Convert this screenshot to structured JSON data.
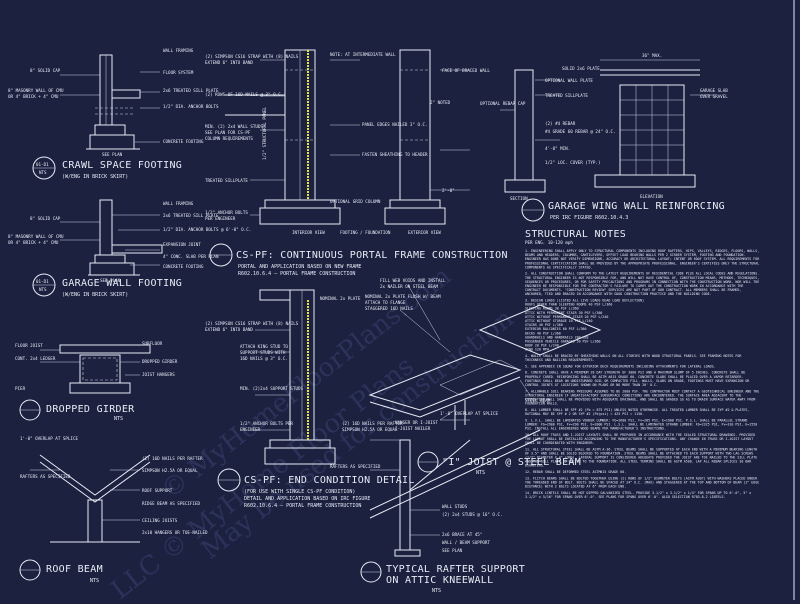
{
  "watermark": [
    "© MyHomeFloorPlans.com",
    "May be used for construction",
    "LLC © MyHome Floor Plans"
  ],
  "details": {
    "crawl_space": {
      "id": "01-D1",
      "sheet": "NTS",
      "title": "CRAWL SPACE FOOTING",
      "subtitle": "(W/ENG IN BRICK SKIRT)",
      "labels": [
        "WALL FRAMING",
        "8\" SOLID CAP",
        "FLOOR SYSTEM",
        "8\" MASONRY WALL OF CMU OR 4\" BRICK + 4\" CMU W/ JOINT REINFORCING AS REQUIRED",
        "2x6 TREATED SILL PLATE",
        "1/2\" DIA. ANCHOR BOLTS @ 6'-0\" O.C. (7\" EMBEDMENT)",
        "CONCRETE FOOTING",
        "SEE PLAN"
      ]
    },
    "garage_wall": {
      "id": "01-D1",
      "sheet": "NTS",
      "title": "GARAGE WALL FOOTING",
      "subtitle": "(W/ENG IN BRICK SKIRT)",
      "labels": [
        "WALL FRAMING",
        "2x6 TREATED SILL PLATE",
        "8\" SOLID CAP",
        "1/2\" DIA. ANCHOR BOLTS @ 6'-0\" O.C.",
        "8\" MASONRY WALL OF CMU OR 4\" BRICK + 4\" CMU W/ JOINT REINFORCING AS REQUIRED",
        "EXPANSION JOINT",
        "4\" CONC. SLAB PER PLAN",
        "CONCRETE FOOTING",
        "SEE PLAN"
      ]
    },
    "dropped_girder": {
      "title": "DROPPED GIRDER",
      "sheet": "NTS",
      "labels": [
        "FLOOR JOIST",
        "CONT. 2x4 LEDGER",
        "SUBFLOOR",
        "DROPPED GIRDER",
        "PIER",
        "JOIST HANGERS",
        "PER PLAN"
      ]
    },
    "roof_beam": {
      "title": "ROOF BEAM",
      "sheet": "NTS",
      "labels": [
        "1'-0\" OVERLAP AT SPLICE",
        "RAFTERS AS SPECIFIED",
        "(2) 16D NAILS PER RAFTER",
        "SIMPSON H2.5A OR EQUAL",
        "ROOF SUPPORT",
        "RIDGE BEAM AS SPECIFIED",
        "CEILING JOISTS",
        "2x10 HANGERS OR TOE-NAILED"
      ]
    },
    "portal_frame": {
      "title": "CS-PF: CONTINUOUS PORTAL FRAME CONSTRUCTION",
      "subtitle1": "PORTAL AND APPLICATION BASED ON NEW FRAME",
      "subtitle2": "R602.10.6.4 — PORTAL FRAME CONSTRUCTION",
      "sheet": "NTS",
      "labels": [
        "(2) SIMPSON CS16 STRAP WITH (8) NAILS",
        "EXTEND 6\" INTO BAND",
        "(2) ROWS OF 16D NAILS @ 3\" O.C.",
        "1/2\" STRUCTURAL PANEL",
        "MIN. (2) 2x4 WALL STUDS",
        "SEE PLAN FOR CS-PF",
        "COLUMN REQUIREMENTS",
        "TREATED SILLPLATE",
        "1/2\" ANCHOR BOLTS",
        "PER ENGINEER",
        "NOTE: AT INTERMEDIATE WALL SEGMENTS BETWEEN OPENINGS",
        "PANEL EDGES NAILED 3\" O.C.",
        "FASTEN SHEATHING TO HEADER",
        "OPTIONAL GRID COLUMN",
        "FOOTING / FOUNDATION",
        "INTERIOR VIEW",
        "EXTERIOR VIEW",
        "FACE OF BRACED WALL",
        "2\" NOTED",
        "2'-0\""
      ]
    },
    "end_condition": {
      "title": "CS-PF: END CONDITION DETAIL",
      "subtitle1": "(FOR USE WITH SINGLE CS-PF CONDITION)",
      "subtitle2": "DETAIL AND APPLICATION BASED ON IRC FIGURE",
      "subtitle3": "R602.10.6.4 — PORTAL FRAME CONSTRUCTION",
      "sheet": "NTS",
      "labels": [
        "(2) SIMPSON CS16 STRAP WITH (8) NAILS",
        "EXTEND 6\" INTO BAND",
        "NOMINAL 2x PLATE",
        "ATTACH KING STUD TO",
        "SUPPORT STUDS WITH",
        "16D NAILS @ 3\" O.C.",
        "MIN. (2)2x4 SUPPORT STUDS",
        "1/2\" ANCHOR BOLTS PER",
        "ENGINEER"
      ]
    },
    "joist_beam": {
      "title": "\"I\" JOIST @ STEEL BEAM",
      "sheet": "NTS",
      "labels": [
        "FILL WEB VOIDS AND INSTALL",
        "2x NAILER ON STEEL BEAM",
        "NOMINAL 2x PLATE FLUSH W/ BEAM",
        "ATTACH TO FLANGE",
        "STAGGERED 16D NAILS",
        "HANGER OR I-JOIST",
        "I-JOIST NAILER",
        "STEEL BEAM"
      ]
    },
    "rafter_support": {
      "title": "TYPICAL RAFTER SUPPORT",
      "title2": "ON ATTIC KNEEWALL",
      "sheet": "NTS",
      "labels": [
        "(2) 16D NAILS PER RAFTER",
        "SIMPSON H2.5A OR EQUAL",
        "RAFTERS AS SPECIFIED",
        "1'-0\" OVERLAP AT SPLICE",
        "WALL STUDS",
        "(2) 2x4 STUDS @ 16\" O.C.",
        "2x6 BRACE AT 45°",
        "WALL / BEAM SUPPORT",
        "SEE PLAN"
      ]
    },
    "garage_wing": {
      "title": "GARAGE WING WALL REINFORCING",
      "subtitle": "PER IRC FIGURE R602.10.4.3",
      "sheet": "NTS",
      "labels": [
        "36\" MAX.",
        "SOLID 2x6 PLATE",
        "OPTIONAL WALL PLATE FOR LONGER SPANS",
        "TREATED SILLPLATE",
        "OPTIONAL REBAR CAP",
        "(2) #4 REBAR",
        "#4 GRADE 60 REBAR @ 24\" O.C.",
        "4'-0\" MIN.",
        "1/2\" LOC. COVER (TYP.)",
        "GARAGE SLAB OVER GRAVEL AS SPECIFIED",
        "SECTION",
        "ELEVATION"
      ]
    }
  },
  "notes": {
    "title": "STRUCTURAL NOTES",
    "subtitle": "PER ENG. 10-120 mph",
    "items": [
      "1. ENGINEERING SHALL APPLY ONLY TO STRUCTURAL COMPONENTS INCLUDING ROOF RAFTERS, HIPS, VALLEYS, RIDGES, FLOORS, WALLS, BEAMS AND HEADERS, COLUMNS, CANTILEVERS, OFFSET LOAD BEARING WALLS PER 2 GIRDER SYSTEM, FOOTING AND FOUNDATION. ENGINEER HAS DONE NOT VERIFY DIMENSIONS, ACCURACY OR ARCHITECTURAL LAYOUT; INTENT OR ROOF SYSTEM. ALL REQUIREMENTS FOR PROFESSIONAL CERTIFICATION SHALL BE PROVIDED BY THE APPROPRIATE PROFESSIONAL. ENGINEER'S CERTIFIES ONLY THE STRUCTURAL COMPONENTS AS SPECIFICALLY STATED.",
      "2. ALL CONSTRUCTION SHALL CONFORM TO THE LATEST REQUIREMENTS OF RESIDENTIAL CODE PLUS ALL LOCAL CODES AND REGULATIONS. THE STRUCTURAL ENGINEER IS NOT RESPONSIBLE FOR, AND WILL NOT HAVE CONTROL OF, CONSTRUCTION MEANS, METHODS, TECHNIQUES, SEQUENCES OR PROCEDURES, OR FOR SAFETY PRECAUTIONS AND PROGRAMS IN CONNECTION WITH THE CONSTRUCTION WORK. NOR WILL THE ENGINEER BE RESPONSIBLE FOR THE CONTRACTOR'S FAILURE TO CARRY OUT THE CONSTRUCTION WORK IN ACCORDANCE WITH THE CONTRACT DOCUMENTS. \"CONSTRUCTION REVIEW\" SERVICES ARE NOT PART OF OUR CONTRACT. ALL MEMBERS SHALL BE FRAMED, ANCHORED, TIED AND BRACED IN ACCORDANCE WITH GOOD CONSTRUCTION PRACTICE AND THE BUILDING CODE.",
      "3. DESIGN LOADS (LISTED ALL LIVE LOADS DEAD LOAD DEFLECTION)\n  ROOFS OTHER THAN SLEEPING ROOMS 40 PSF L/360\n  SLEEPING ROOMS 30 PSF L/360\n  ATTIC WITH PERMANENT STAIR 30 PSF L/360\n  ATTIC WITHOUT PERMANENT STAIR 20 PSF L/240\n  ATTIC WITHOUT STORAGE 10 PSF L/240\n  STAIRS 40 PSF L/360\n  EXTERIOR BALCONIES 60 PSF L/360\n  DECKS 40 PSF L/360\n  GUARDRAILS AND HANDRAILS 200 LBS\n  PASSENGER VEHICLE GARAGES 50 PSF L/360\n  ROOF 20 PSF L/240\n  WIND 120 MPH",
      "4. WALLS SHALL BE BRACED BY SHEATHING WALLS ON ALL STORIES WITH WOOD STRUCTURAL PANELS. SEE FRAMING NOTES FOR THICKNESS AND NAILING REQUIREMENTS.",
      "5. SEE APPENDIX IN SQUAD FOR EXTERIOR DECK REQUIREMENTS INCLUDING ATTACHMENTS FOR LATERAL LOADS.",
      "6. CONCRETE SHALL HAVE A MINIMUM 28 DAY STRENGTH OF 3000 PSI AND A MAXIMUM SLUMP OF 5 INCHES. CONCRETE SHALL BE PROPERLY CURED. REINFORCING SHALL BE ASTM A615 GRADE 60. CONCRETE SLABS SHALL BE PLACED OVER A VAPOR RETARDER. FOOTINGS SHALL BEAR ON UNDISTURBED SOIL OR COMPACTED FILL. WALLS, SLABS ON GRADE, FOOTINGS MUST HAVE EXPANSION OR CONTROL JOINTS AT LOCATIONS SHOWN ON PLANS OR NO MORE THAN 20' O.C.",
      "7. ALLOWABLE SOIL BEARING PRESSURE ASSUMED TO BE 2000 PSF. THE CONTRACTOR MUST CONTACT A GEOTECHNICAL ENGINEER AND THE STRUCTURAL ENGINEER IF UNSATISFACTORY SUBSURFACE CONDITIONS ARE ENCOUNTERED. THE SURFACE AREA ADJACENT TO THE FOUNDATION WALL SHALL BE PROVIDED WITH ADEQUATE DRAINAGE, AND SHALL BE GRADED SO AS TO DRAIN SURFACE WATER AWAY FROM FOUNDATION WALLS.",
      "8. ALL LUMBER SHALL BE SPF #2 (Fb = 875 PSI) UNLESS NOTED OTHERWISE. ALL TREATED LUMBER SHALL BE SYP #2 & PLATES, RATIONAL MAY BE SPF # 2 OR SYP #2 (Fb(psi) = 425 PSI = 1150.",
      "9. L.V.L. SHALL BE LAMINATED VENEER LUMBER: Fb=2600 PSI, Fv=285 PSI, E=1900 PSI. P.S.L. SHALL BE PARALLEL STRAND LUMBER: Fb=2900 PSI, Fv=290 PSI, E=2000 PSI. L.S.L. SHALL BE LAMINATED STRAND LUMBER: Fb=2325 PSI, Fv=310 PSI, E=1550 PSI. INSTALL ALL ENGINEERED WOOD BEAMS PER MANUFACTURER'S INSTRUCTIONS.",
      "10. ALL ROOF TRUSS AND I-JOIST LAYOUTS SHALL BE PREPARED IN ACCORDANCE WITH THE SEALED STRUCTURAL DRAWINGS. PROVIDED THE LAYOUT SHALL BE INSTALLED ACCORDING TO THE MANUFACTURER'S SPECIFICATIONS. ANY CHANGE IN TRUSS OR I-JOIST LAYOUT SHALL BE COORDINATED WITH ENGINEER.",
      "11. ALL STRUCTURAL STEEL SHALL BE ASTM A-36. STEEL BEAMS SHALL BE SUPPORTED AT EACH END WITH A MINIMUM BEARING LENGTH OF 3.5\" AND SHALL BE SOLID BLOCKED TO FOUNDATION. STEEL BEAMS SHALL BE ATTACHED TO EACH SUPPORT WITH TWO LAG SCREWS (1/2\" DIAMETER X 4\" LONG). LATERAL SUPPORT IS CONSIDERED ADEQUATE PROVIDED THE JOIST ARE TOE NAILED TO THE SILL PLATE AND THE SILL PLATE IS BOLTED TO THE FOUNDATION. ALL STEEL TERMINI SHALL BE ASTM A500. LAP ALL REBAR SPLICES 30 BAR DIAMETERS.",
      "12. REBAR SHALL BE DEFORMED STEEL ASTM615 GRADE 60.",
      "13. FLITCH BEAMS SHALL BE BOLTED TOGETHER USING (2) ROWS OF 1/2\" DIAMETER BOLTS (ASTM A307) WITH WASHERS PLACED UNDER THE THREADED END OF BOLT. BOLTS SHALL BE SPACED AT 24\" O.C. (MAX) AND STAGGERED AT THE TOP AND BOTTOM OF BEAM (2\" EDGE DISTANCE) WITH 2 BOLTS LOCATED AT 6\" FROM EACH END.",
      "14. BRICK LINTELS SHALL BE HOT DIPPED GALVANIZED STEEL. PROVIDE 3-1/2\" x 3-1/2\" x 1/4\" FOR SPANS UP TO 6'-0\", 5\" x 3-1/2\" x 5/16\" FOR SPANS OVER 6'-0\". SEE PLANS FOR SPANS OVER 6'-0\". ALSO SELECTION R703.8.2 LINTELS."
    ]
  }
}
